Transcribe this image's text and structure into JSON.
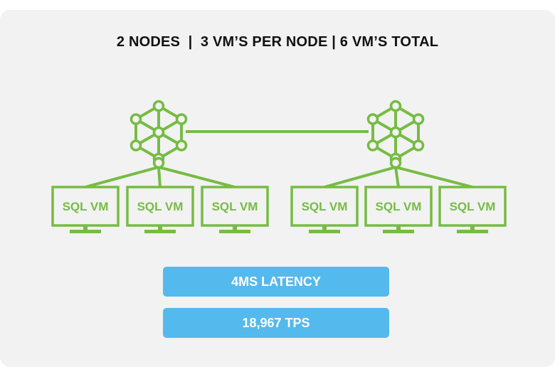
{
  "header": {
    "title": "2 NODES  |  3 VM’S PER NODE | 6 VM’S TOTAL"
  },
  "colors": {
    "node": "#76bc43",
    "stat_box": "#54b9ec",
    "background": "#f2f2f2",
    "title": "#111111"
  },
  "nodes": [
    {
      "vms": [
        {
          "label": "SQL VM"
        },
        {
          "label": "SQL VM"
        },
        {
          "label": "SQL VM"
        }
      ]
    },
    {
      "vms": [
        {
          "label": "SQL VM"
        },
        {
          "label": "SQL VM"
        },
        {
          "label": "SQL VM"
        }
      ]
    }
  ],
  "stats": {
    "latency": "4MS LATENCY",
    "tps": "18,967 TPS"
  }
}
